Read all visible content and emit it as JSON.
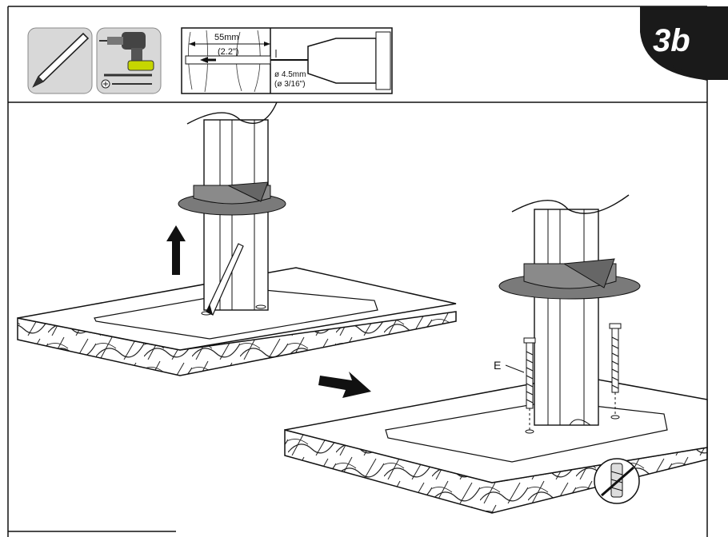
{
  "step": {
    "label": "3b"
  },
  "drill_spec": {
    "depth_mm": "55mm",
    "depth_in": "(2.2\")",
    "diameter_mm": "ø 4.5mm",
    "diameter_in": "(ø 3/16\")"
  },
  "parts": {
    "screw_label": "E"
  },
  "icons": [
    "pencil-icon",
    "power-drill-icon",
    "screw-icon",
    "no-wall-anchor-icon"
  ],
  "colors": {
    "outline": "#111111",
    "step_badge": "#1a1a1a",
    "grommet": "#7a7a7a",
    "board_top": "#ffffff"
  }
}
